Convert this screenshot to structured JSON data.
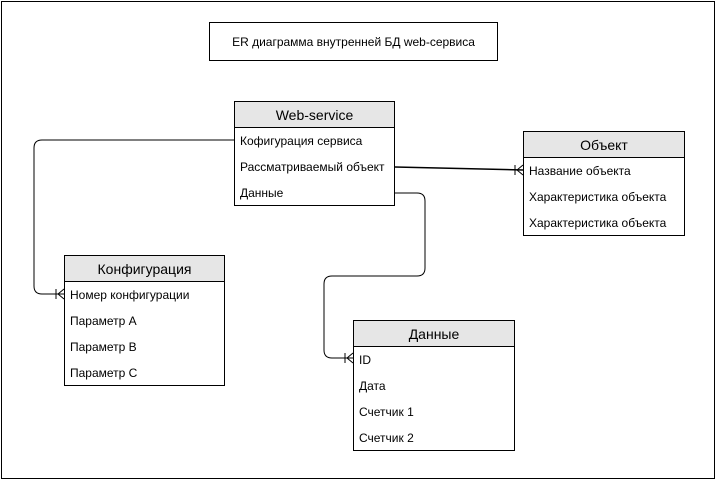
{
  "title": "ER диаграмма внутренней БД web-сервиса",
  "entities": {
    "webservice": {
      "name": "Web-service",
      "fields": [
        "Кофигурация сервиса",
        "Рассматриваемый объект",
        "Данные"
      ]
    },
    "object": {
      "name": "Объект",
      "fields": [
        "Название объекта",
        "Характеристика объекта",
        "Характеристика объекта"
      ]
    },
    "config": {
      "name": "Конфигурация",
      "fields": [
        "Номер конфигурации",
        "Параметр A",
        "Параметр B",
        "Параметр C"
      ]
    },
    "data": {
      "name": "Данные",
      "fields": [
        "ID",
        "Дата",
        "Счетчик 1",
        "Счетчик 2"
      ]
    }
  },
  "colors": {
    "header_bg": "#e6e6e6",
    "line": "#000000"
  }
}
